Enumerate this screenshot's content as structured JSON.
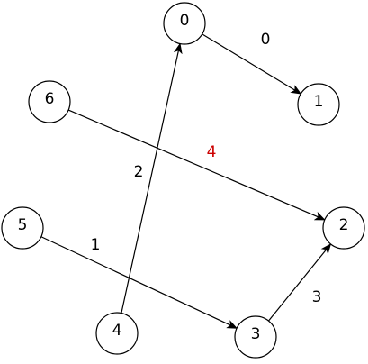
{
  "graph": {
    "nodes": [
      {
        "id": "0",
        "label": "0"
      },
      {
        "id": "1",
        "label": "1"
      },
      {
        "id": "2",
        "label": "2"
      },
      {
        "id": "3",
        "label": "3"
      },
      {
        "id": "4",
        "label": "4"
      },
      {
        "id": "5",
        "label": "5"
      },
      {
        "id": "6",
        "label": "6"
      }
    ],
    "edges": [
      {
        "from": "0",
        "to": "1",
        "label": "0",
        "label_color": "#000000"
      },
      {
        "from": "6",
        "to": "2",
        "label": "4",
        "label_color": "#cc0000"
      },
      {
        "from": "4",
        "to": "0",
        "label": "2",
        "label_color": "#000000"
      },
      {
        "from": "5",
        "to": "3",
        "label": "1",
        "label_color": "#000000"
      },
      {
        "from": "3",
        "to": "2",
        "label": "3",
        "label_color": "#000000"
      }
    ]
  }
}
